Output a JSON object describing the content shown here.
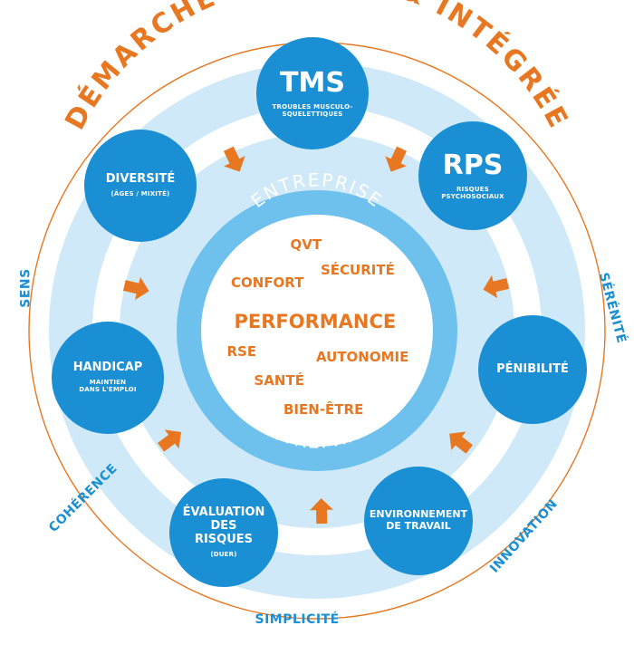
{
  "title": "DÉMARCHE GLOBALE & INTÉGRÉE",
  "ring_label": "ENTREPRISE",
  "center": {
    "main": "PERFORMANCE",
    "words": [
      "QVT",
      "SÉCURITÉ",
      "CONFORT",
      "RSE",
      "AUTONOMIE",
      "SANTÉ",
      "BIEN-ÊTRE"
    ]
  },
  "nodes": [
    {
      "id": "tms",
      "title": "TMS",
      "subtitle": "TROUBLES MUSCULO-\nSQUELETTIQUES"
    },
    {
      "id": "rps",
      "title": "RPS",
      "subtitle": "RISQUES\nPSYCHOSOCIAUX"
    },
    {
      "id": "penibilite",
      "title": "PÉNIBILITÉ",
      "subtitle": ""
    },
    {
      "id": "environnement",
      "title": "ENVIRONNEMENT\nDE TRAVAIL",
      "subtitle": ""
    },
    {
      "id": "evaluation",
      "title": "ÉVALUATION\nDES\nRISQUES",
      "subtitle": "(DUER)"
    },
    {
      "id": "handicap",
      "title": "HANDICAP",
      "subtitle": "MAINTIEN\nDANS L'EMPLOI"
    },
    {
      "id": "diversite",
      "title": "DIVERSITÉ",
      "subtitle": "(ÂGES / MIXITÉ)"
    }
  ],
  "values": [
    "SENS",
    "SÉRÉNITÉ",
    "COHÉRENCE",
    "INNOVATION",
    "SIMPLICITÉ"
  ],
  "colors": {
    "blue": "#1a8fd3",
    "light_blue": "#cfe9f8",
    "ring_blue": "#6ec1ec",
    "orange": "#e87722",
    "white": "#ffffff"
  }
}
